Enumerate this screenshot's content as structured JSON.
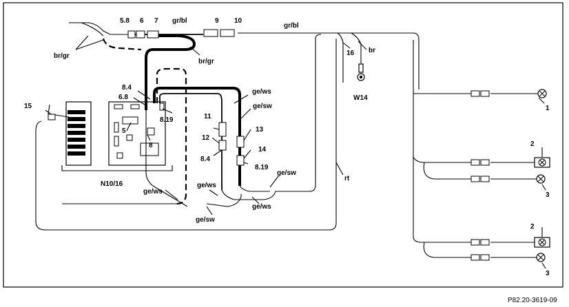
{
  "labels": {
    "l_5_8": "5.8",
    "l_6": "6",
    "l_7": "7",
    "l_grbl_top": "gr/bl",
    "l_9": "9",
    "l_10": "10",
    "l_grbl_right": "gr/bl",
    "l_brgr_left": "br/gr",
    "l_brgr_mid": "br/gr",
    "l_16": "16",
    "l_br": "br",
    "l_w14": "W14",
    "l_8_4_top": "8.4",
    "l_6_8": "6.8",
    "l_gews_top": "ge/ws",
    "l_gesw_top": "ge/sw",
    "l_15": "15",
    "l_5": "5",
    "l_8": "8",
    "l_8_19_top": "8.19",
    "l_11": "11",
    "l_12": "12",
    "l_13": "13",
    "l_8_4_bot": "8.4",
    "l_14": "14",
    "l_8_19_bot": "8.19",
    "l_gesw_mid": "ge/sw",
    "l_rt": "rt",
    "l_n1016": "N10/16",
    "l_gews_lower": "ge/ws",
    "l_gews_mid": "ge/ws",
    "l_gews_right": "ge/ws",
    "l_gesw_bot": "ge/sw",
    "l_1": "1",
    "l_2_a": "2",
    "l_3_a": "3",
    "l_2_b": "2",
    "l_3_b": "3"
  },
  "footer": {
    "code": "P82.20-3619-09"
  }
}
